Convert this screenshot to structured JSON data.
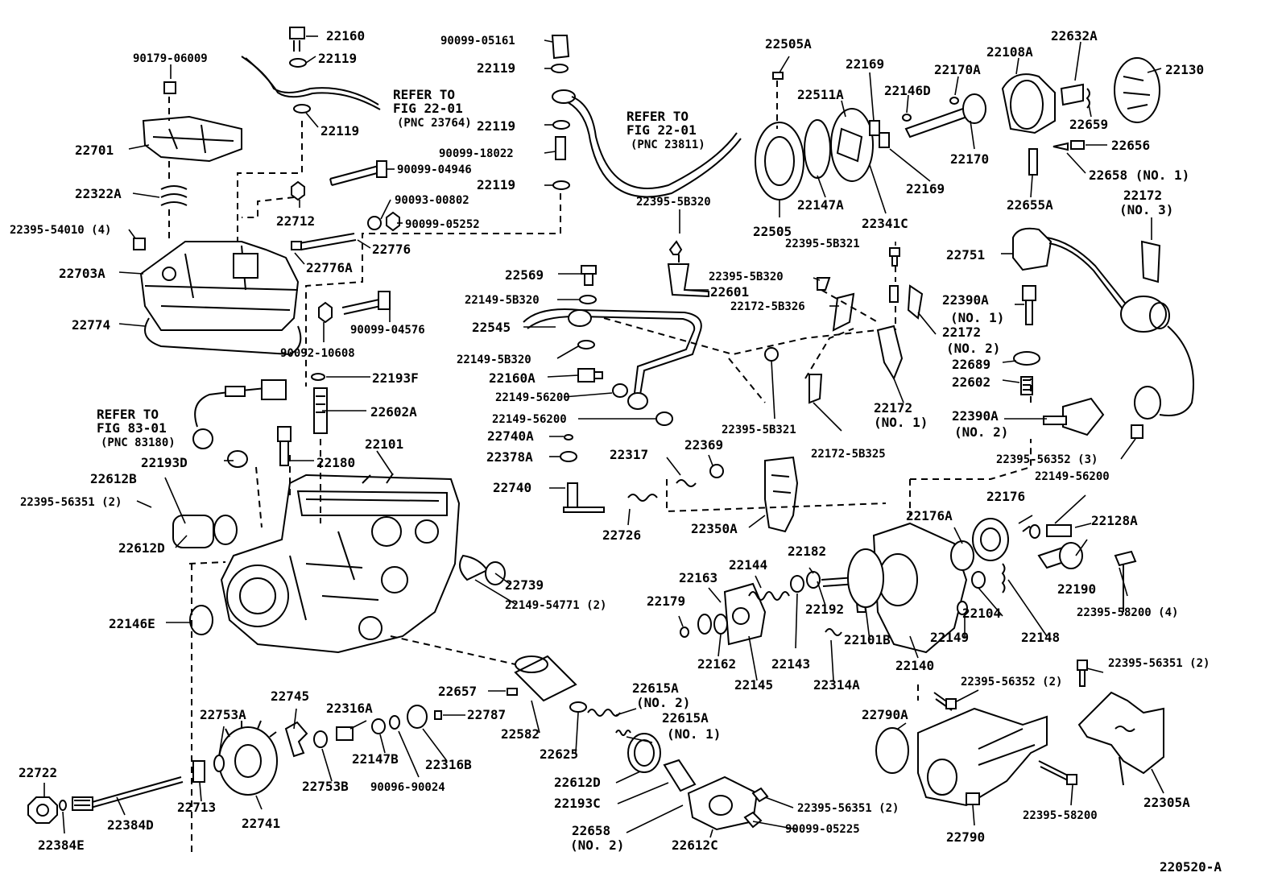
{
  "diagram_id": "220520-A",
  "refer_notes": [
    {
      "l1": "REFER TO",
      "l2": "FIG 22-01",
      "l3": "(PNC 23764)"
    },
    {
      "l1": "REFER TO",
      "l2": "FIG 22-01",
      "l3": "(PNC 23811)"
    },
    {
      "l1": "REFER TO",
      "l2": "FIG 83-01",
      "l3": "(PNC 83180)"
    }
  ],
  "labels": [
    "22160",
    "22119",
    "90179-06009",
    "22119",
    "22701",
    "22322A",
    "22395-54010 (4)",
    "22703A",
    "22774",
    "22712",
    "90099-04946",
    "90093-00802",
    "90099-05252",
    "22776",
    "22776A",
    "90099-04576",
    "90092-10608",
    "22193F",
    "22602A",
    "22101",
    "22180",
    "22193D",
    "22612B",
    "22395-56351 (2)",
    "22612D",
    "90099-05161",
    "22119",
    "22119",
    "90099-18022",
    "22119",
    "22395-5B320",
    "22569",
    "22149-5B320",
    "22545",
    "22149-5B320",
    "22160A",
    "22149-56200",
    "22149-56200",
    "22740A",
    "22378A",
    "22740",
    "22317",
    "22369",
    "22726",
    "22350A",
    "22601",
    "22505A",
    "22169",
    "22511A",
    "22146D",
    "22170A",
    "22108A",
    "22632A",
    "22130",
    "22659",
    "22170",
    "22169",
    "22147A",
    "22341C",
    "22505",
    "22656",
    "22658 (NO. 1)",
    "22655A",
    "22172",
    "(NO. 3)",
    "22395-5B321",
    "22395-5B320",
    "22172-5B326",
    "22751",
    "22390A",
    "(NO. 1)",
    "22172",
    "(NO. 2)",
    "22689",
    "22602",
    "22390A",
    "(NO. 2)",
    "22395-5B321",
    "22172",
    "(NO. 1)",
    "22172-5B325",
    "22395-56352 (3)",
    "22149-56200",
    "22176A",
    "22176",
    "22128A",
    "22190",
    "22395-58200 (4)",
    "22163",
    "22144",
    "22182",
    "22179",
    "22192",
    "22104",
    "22148",
    "22149",
    "22162",
    "22143",
    "22145",
    "22101B",
    "22314A",
    "22140",
    "22739",
    "22149-54771 (2)",
    "22146E",
    "22657",
    "22615A",
    "(NO. 2)",
    "22615A",
    "(NO. 1)",
    "22582",
    "22625",
    "22612D",
    "22193C",
    "22658",
    "(NO. 2)",
    "22612C",
    "22395-56351 (2)",
    "90099-05225",
    "22745",
    "22753A",
    "22316A",
    "22787",
    "22147B",
    "22316B",
    "22753B",
    "90096-90024",
    "22722",
    "22384D",
    "22713",
    "22741",
    "22384E",
    "22395-56351 (2)",
    "22395-56352 (2)",
    "22790A",
    "22395-58200",
    "22790",
    "22305A"
  ]
}
